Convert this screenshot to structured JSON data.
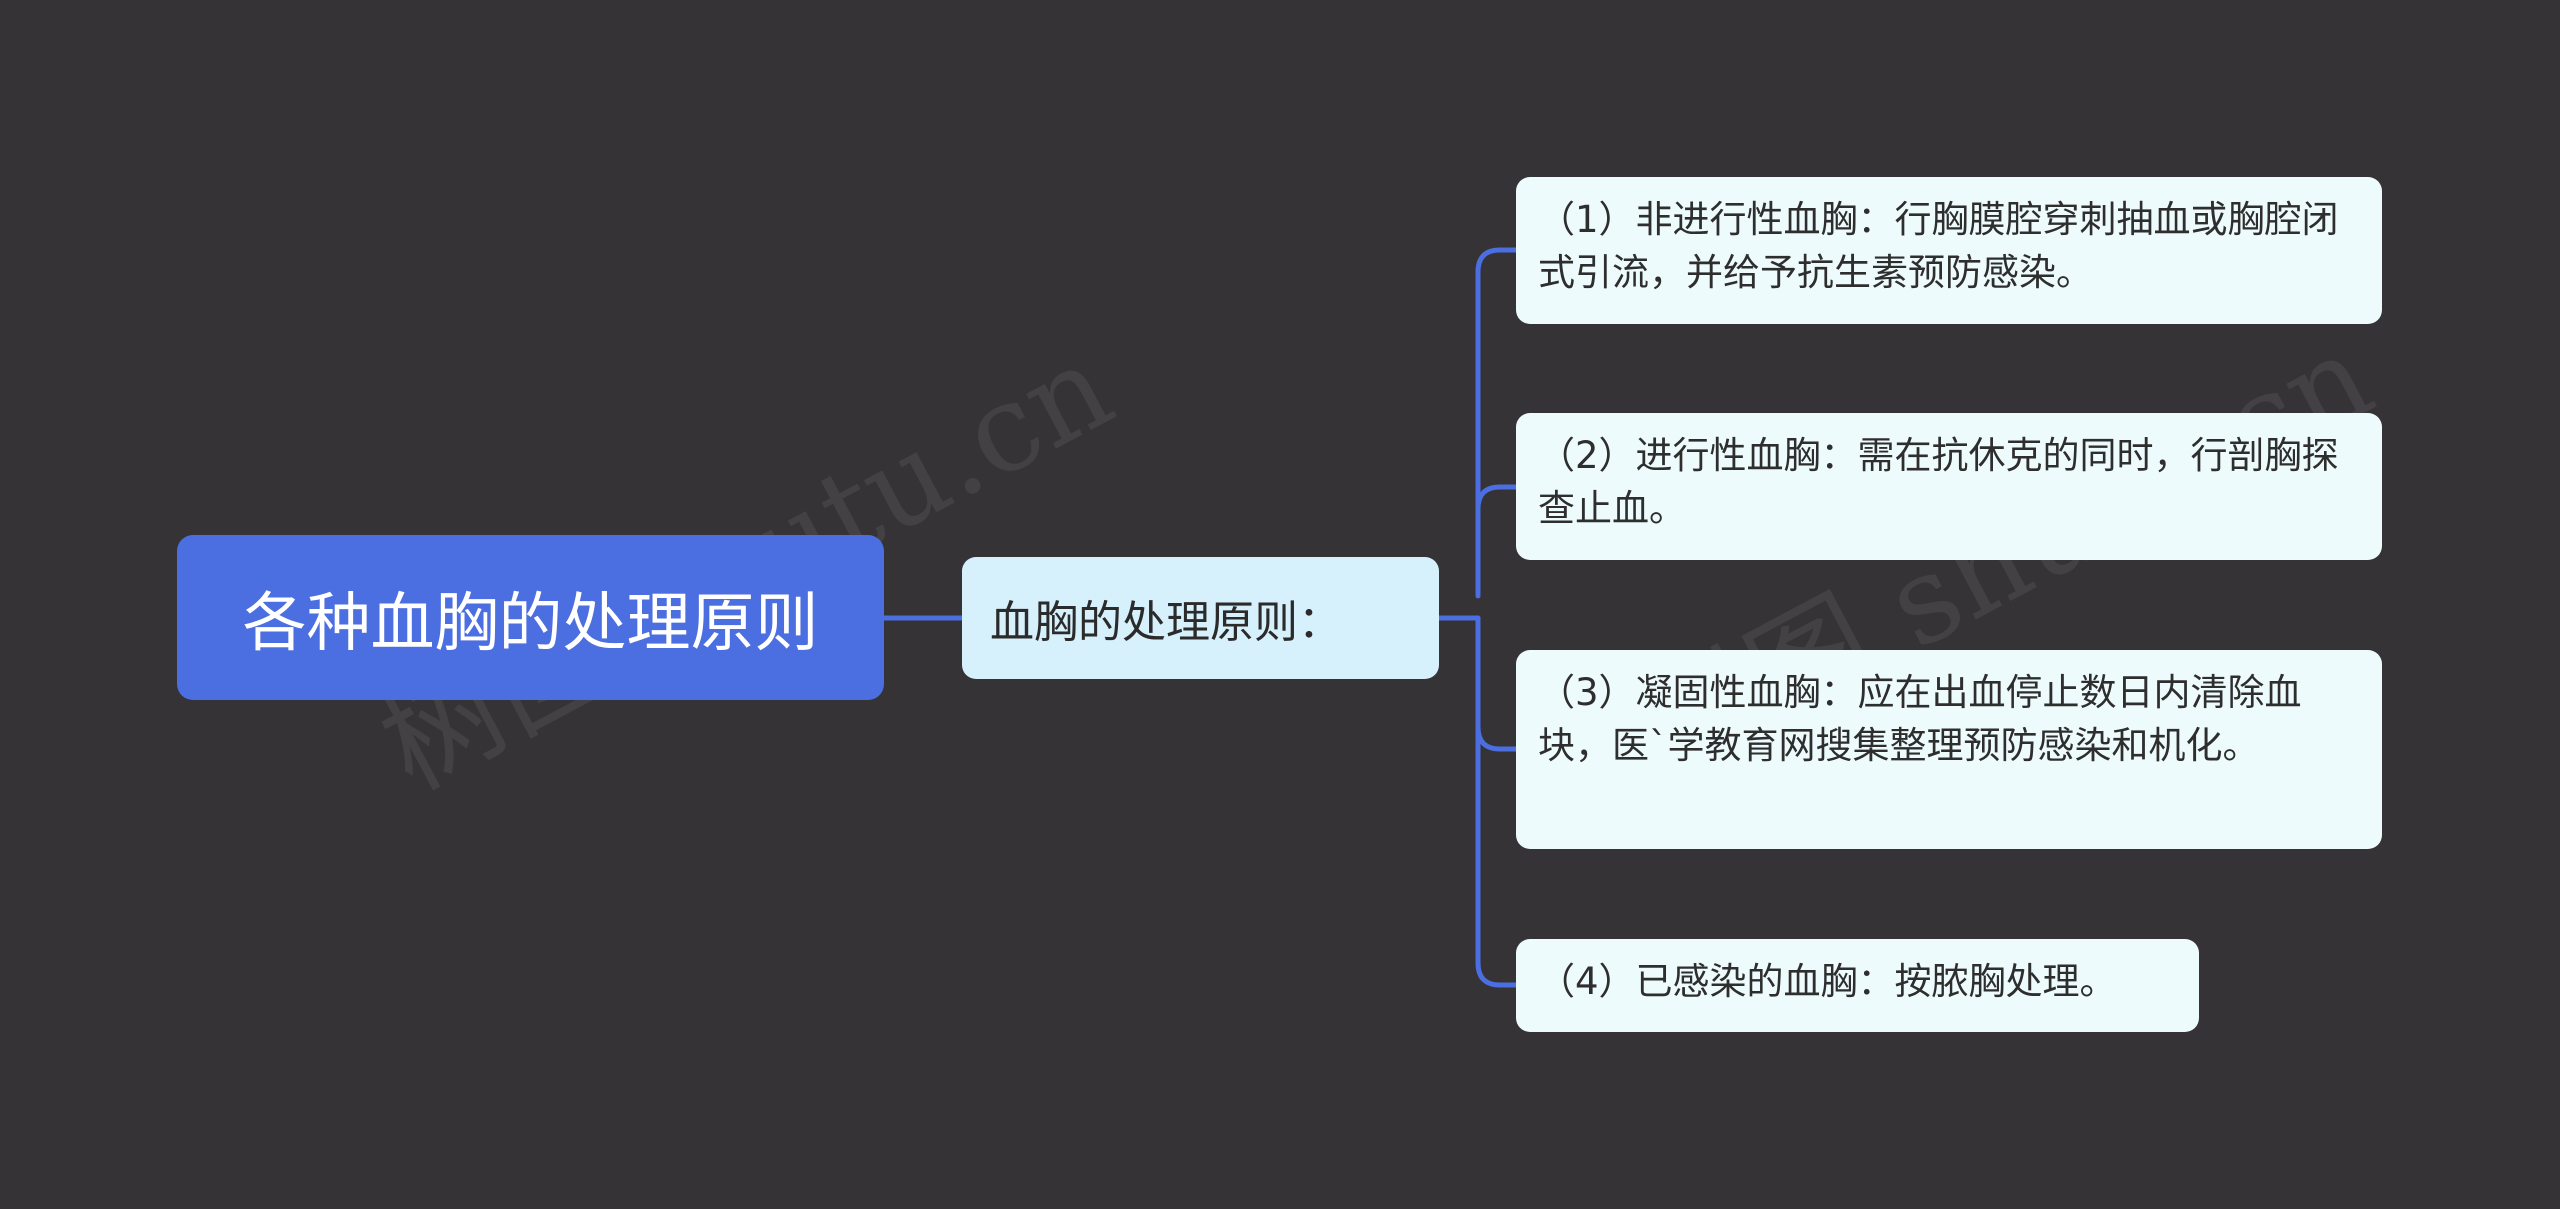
{
  "mindmap": {
    "root": {
      "label": "各种血胸的处理原则"
    },
    "branch": {
      "label": "血胸的处理原则："
    },
    "leaves": [
      {
        "label": "（1）非进行性血胸：行胸膜腔穿刺抽血或胸腔闭式引流，并给予抗生素预防感染。"
      },
      {
        "label": "（2）进行性血胸：需在抗休克的同时，行剖胸探查止血。"
      },
      {
        "label": "（3）凝固性血胸：应在出血停止数日内清除血块，医`学教育网搜集整理预防感染和机化。"
      },
      {
        "label": "（4）已感染的血胸：按脓胸处理。"
      }
    ]
  },
  "watermark": {
    "text": "树图 shutu.cn"
  },
  "colors": {
    "background": "#353335",
    "root_fill": "#4b6ee0",
    "branch_fill": "#d6f0fc",
    "leaf_fill": "#eefbfd",
    "connector": "#4b6ee0"
  }
}
